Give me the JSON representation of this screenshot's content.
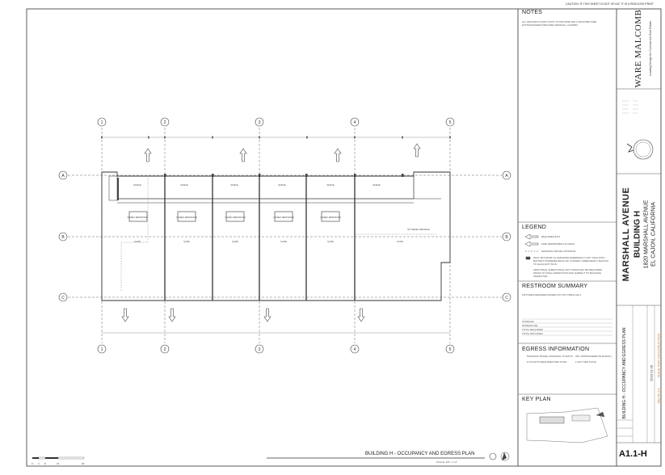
{
  "caution": "CAUTION:   IF THIS SHEET IS NOT 30\"x42\" IT IS A REDUCED PRINT",
  "grid": {
    "columns": [
      "1",
      "2",
      "3",
      "4",
      "5"
    ],
    "rows": [
      "A",
      "B",
      "C"
    ]
  },
  "plan": {
    "office_label": "OFFICE",
    "restroom_label": "UNISEX RESTROOM",
    "suite_label": "SUITE",
    "corridor_note": "50' TRAVEL DISTANCE"
  },
  "notes": {
    "title": "NOTES",
    "note_1": "ALL GROUND FLOOR UNITS TO PROVIDE WALL MOUNTED FIRE EXTINGUISHERS PER FIRE MARSHAL. (2A10BC)"
  },
  "legend": {
    "title": "LEGEND",
    "items": [
      "REQUIRED EXIT",
      "FIRE DEPARTMENT ACCESS",
      "MAXIMUM TRAVEL DISTANCE",
      "WALL MOUNTED ILLUMINATED EMERGENCY EXIT SIGN WITH BATTERY POWERED BACK-UP. CONNECT EMERGENCY BACKUP TO EACH EXIT SIGN.",
      "ADDITIONAL DIRECTIONAL EXIT SIGNS MAY BE REQUIRED PRIOR TO FINAL INSPECTION AND SUBJECT TO BUILDING INSPECTOR."
    ]
  },
  "restroom": {
    "title": "RESTROOM SUMMARY",
    "subtitle": "FIXTURES REQUIRED BASED ON CPC TABLE 422.1",
    "rows": [
      "STORAGE",
      "WAREHOUSE",
      "TOTAL REQUIRED",
      "TOTAL PROVIDED"
    ]
  },
  "egress": {
    "title": "EGRESS INFORMATION",
    "line_1": "MAXIMUM TRAVEL DISTANCE TO EXITS",
    "line_1_val": "250' (SPRINKLERED BUILDING)",
    "line_2": "# OF EXITS REQUIRED PER SUITE",
    "line_2_val": "1 EXIT PER SUITE"
  },
  "keyplan": {
    "title": "KEY PLAN"
  },
  "firm": {
    "name": "WARE MALCOMB",
    "tagline": "Leading Design for Commercial Real Estate"
  },
  "project": {
    "street": "MARSHALL AVENUE",
    "building": "BUILDING H",
    "address": "1820 MARSHALL AVENUE",
    "city": "EL CAJON, CALIFORNIA"
  },
  "sheet_title": "BUILDING H - OCCUPANCY AND EGRESS PLAN",
  "issue": {
    "date": "2018-11-28",
    "delta": "DELTA 3-4",
    "status": "ISSUE FOR CONSTRUCTION"
  },
  "sheet_number": "A1.1-H",
  "plan_title": "BUILDING H - OCCUPANCY AND EGRESS PLAN",
  "plan_scale": "SCALE: 1/8\" = 1'-0\"",
  "scale_bar": {
    "ticks": [
      "0",
      "4",
      "8",
      "16",
      "32"
    ]
  }
}
